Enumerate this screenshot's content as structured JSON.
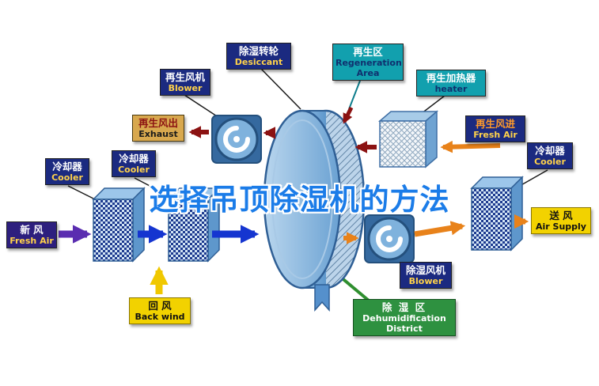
{
  "title": "选择吊顶除湿机的方法",
  "labels": {
    "regen_blower": {
      "zh": "再生风机",
      "en": "Blower"
    },
    "desiccant": {
      "zh": "除湿转轮",
      "en": "Desiccant"
    },
    "regen_area": {
      "zh": "再生区",
      "en": "Regeneration Area"
    },
    "heater": {
      "zh": "再生加热器",
      "en": "heater"
    },
    "exhaust": {
      "zh": "再生风出",
      "en": "Exhaust"
    },
    "regen_fresh_air": {
      "zh": "再生风进",
      "en": "Fresh Air"
    },
    "cooler_left": {
      "zh": "冷却器",
      "en": "Cooler"
    },
    "cooler_mid": {
      "zh": "冷却器",
      "en": "Cooler"
    },
    "cooler_right": {
      "zh": "冷却器",
      "en": "Cooler"
    },
    "fresh_air": {
      "zh": "新  风",
      "en": "Fresh Air"
    },
    "back_wind": {
      "zh": "回  风",
      "en": "Back wind"
    },
    "air_supply": {
      "zh": "送  风",
      "en": "Air Supply"
    },
    "dehumid_blower": {
      "zh": "除湿风机",
      "en": "Blower"
    },
    "dehumid_district": {
      "zh": "除 湿 区",
      "en_line1": "Dehumidification",
      "en_line2": "District"
    }
  },
  "colors": {
    "title_blue": "#1b7ce8",
    "navy_label": "#1b2a80",
    "teal_label": "#12a0ae",
    "tan_label": "#d8a84e",
    "yellow_label": "#f2d200",
    "purple_label": "#2d1f7e",
    "green_label": "#2e9140",
    "arrow_purple": "#5a2db0",
    "arrow_blue": "#1535d0",
    "arrow_yellow": "#f0c800",
    "arrow_orange": "#e8821a",
    "arrow_darkred": "#8b1212"
  }
}
